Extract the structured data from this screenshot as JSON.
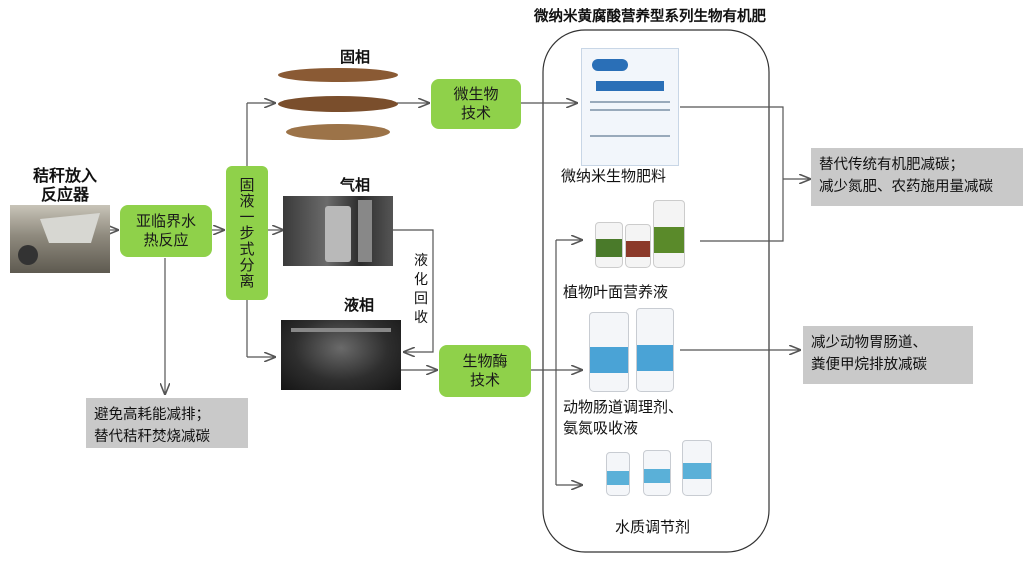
{
  "diagram": {
    "title": "微纳米黄腐酸营养型系列生物有机肥",
    "input_label": "秸秆放入\n反应器",
    "subcritical_box": "亚临界水\n热反应",
    "separation_box": "固液一步式分离",
    "phases": {
      "solid": "固相",
      "gas": "气相",
      "liquid": "液相"
    },
    "microbe_box": "微生物\n技术",
    "enzyme_box": "生物酶\n技术",
    "liquefaction_label": "液\n化\n回\n收",
    "products": [
      "微纳米生物肥料",
      "植物叶面营养液",
      "动物肠道调理剂、\n氨氮吸收液",
      "水质调节剂"
    ],
    "outcomes": {
      "left": "避免高耗能减排；\n替代秸秆焚烧减碳",
      "right_top": "替代传统有机肥减碳；\n减少氮肥、农药施用量减碳",
      "right_mid": "减少动物胃肠道、\n粪便甲烷排放减碳"
    }
  },
  "colors": {
    "green_box": "#8fd14a",
    "gray_box": "#c9c9c9",
    "arrow": "#555555"
  }
}
